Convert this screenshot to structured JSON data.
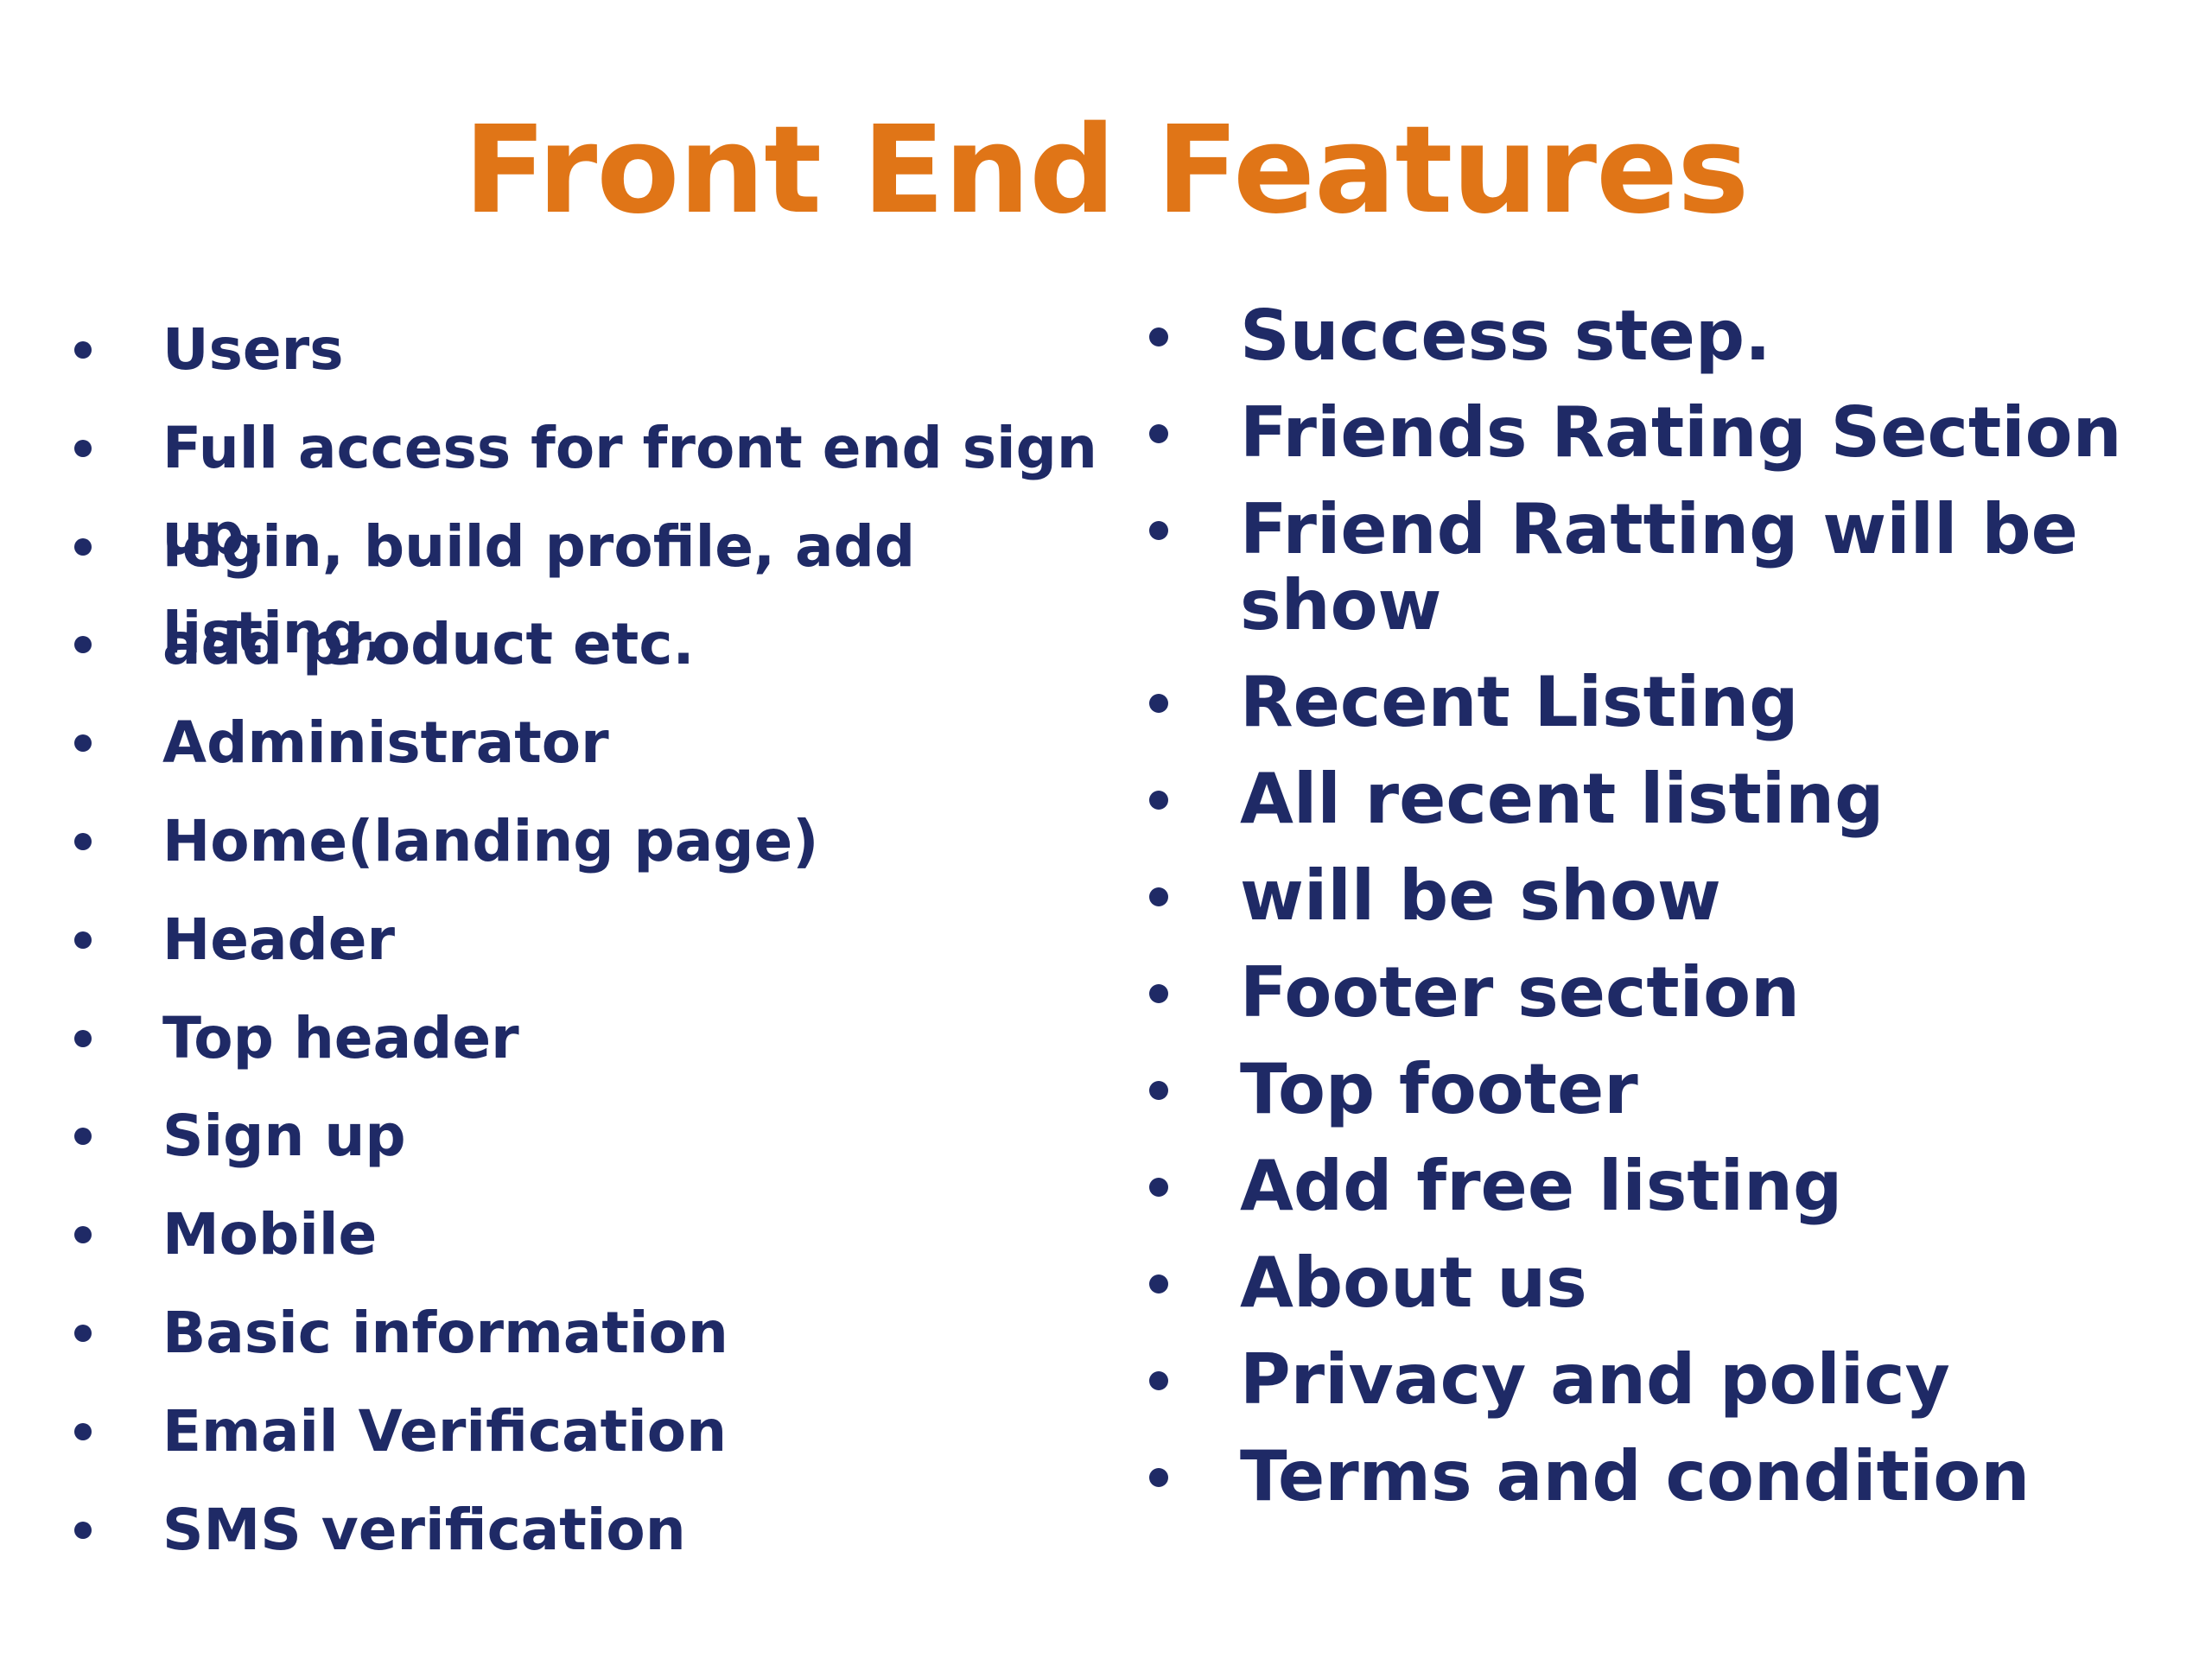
{
  "slide": {
    "title": "Front End Features",
    "colors": {
      "title": "#E07517",
      "text": "#1F2A66",
      "bullet": "#1F2A66",
      "background": "#FFFFFF"
    },
    "left_items": [
      "Users",
      "Full access for front end sign up,",
      "login, build profile, add listing,",
      "add product etc.",
      "Administrator",
      "Home(landing page)",
      "Header",
      "Top header",
      "Sign up",
      "Mobile",
      "Basic information",
      "Email Verification",
      "SMS verification"
    ],
    "right_items": [
      "Success step.",
      "Friends Rating Section",
      "Friend Ratting will be show",
      "Recent Listing",
      "All recent listing",
      "will be show",
      "Footer section",
      "Top footer",
      "Add free listing",
      "About us",
      "Privacy and policy",
      "Terms and condition"
    ],
    "bullet_icon": "bullet-dot-icon"
  }
}
